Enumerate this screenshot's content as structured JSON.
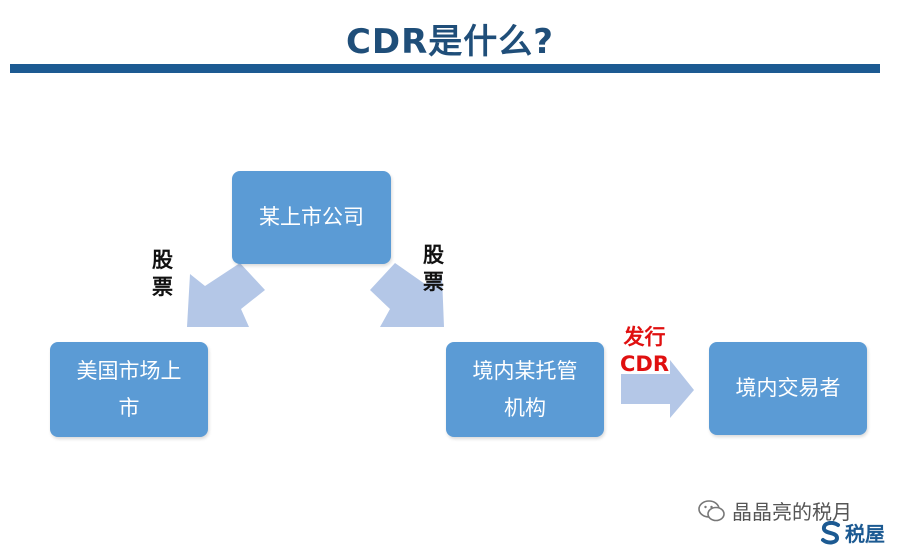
{
  "title": "CDR是什么?",
  "nodes": {
    "company": "某上市公司",
    "us_market_line1": "美国市场上",
    "us_market_line2": "市",
    "custodian_line1": "境内某托管",
    "custodian_line2": "机构",
    "domestic_traders": "境内交易者"
  },
  "edges": {
    "left_line1": "股",
    "left_line2": "票",
    "right_line1": "股",
    "right_line2": "票",
    "issue_line1": "发行",
    "issue_line2": "CDR"
  },
  "watermark": {
    "text": "晶晶亮的税月",
    "logo_text": "税屋"
  },
  "colors": {
    "title": "#1f4e79",
    "bar": "#1c5a92",
    "box": "#5b9bd5",
    "arrow": "#b4c7e7",
    "issue_label": "#e01010"
  }
}
